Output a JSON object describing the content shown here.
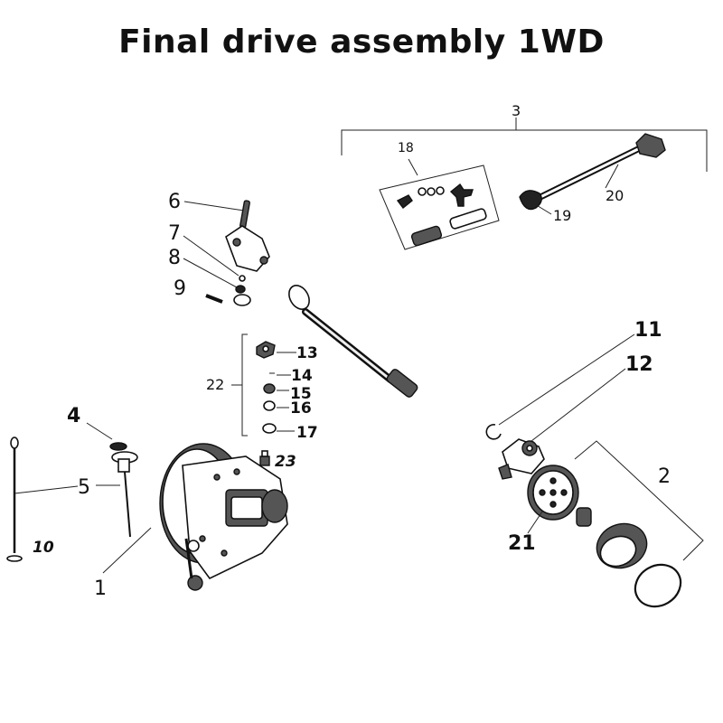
{
  "title": "Final drive assembly 1WD",
  "labels": {
    "l1": "1",
    "l2": "2",
    "l3": "3",
    "l4": "4",
    "l5": "5",
    "l6": "6",
    "l7": "7",
    "l8": "8",
    "l9": "9",
    "l10": "10",
    "l11": "11",
    "l12": "12",
    "l13": "13",
    "l14": "14",
    "l15": "15",
    "l16": "16",
    "l17": "17",
    "l18": "18",
    "l19": "19",
    "l20": "20",
    "l21": "21",
    "l22": "22",
    "l23": "23"
  }
}
